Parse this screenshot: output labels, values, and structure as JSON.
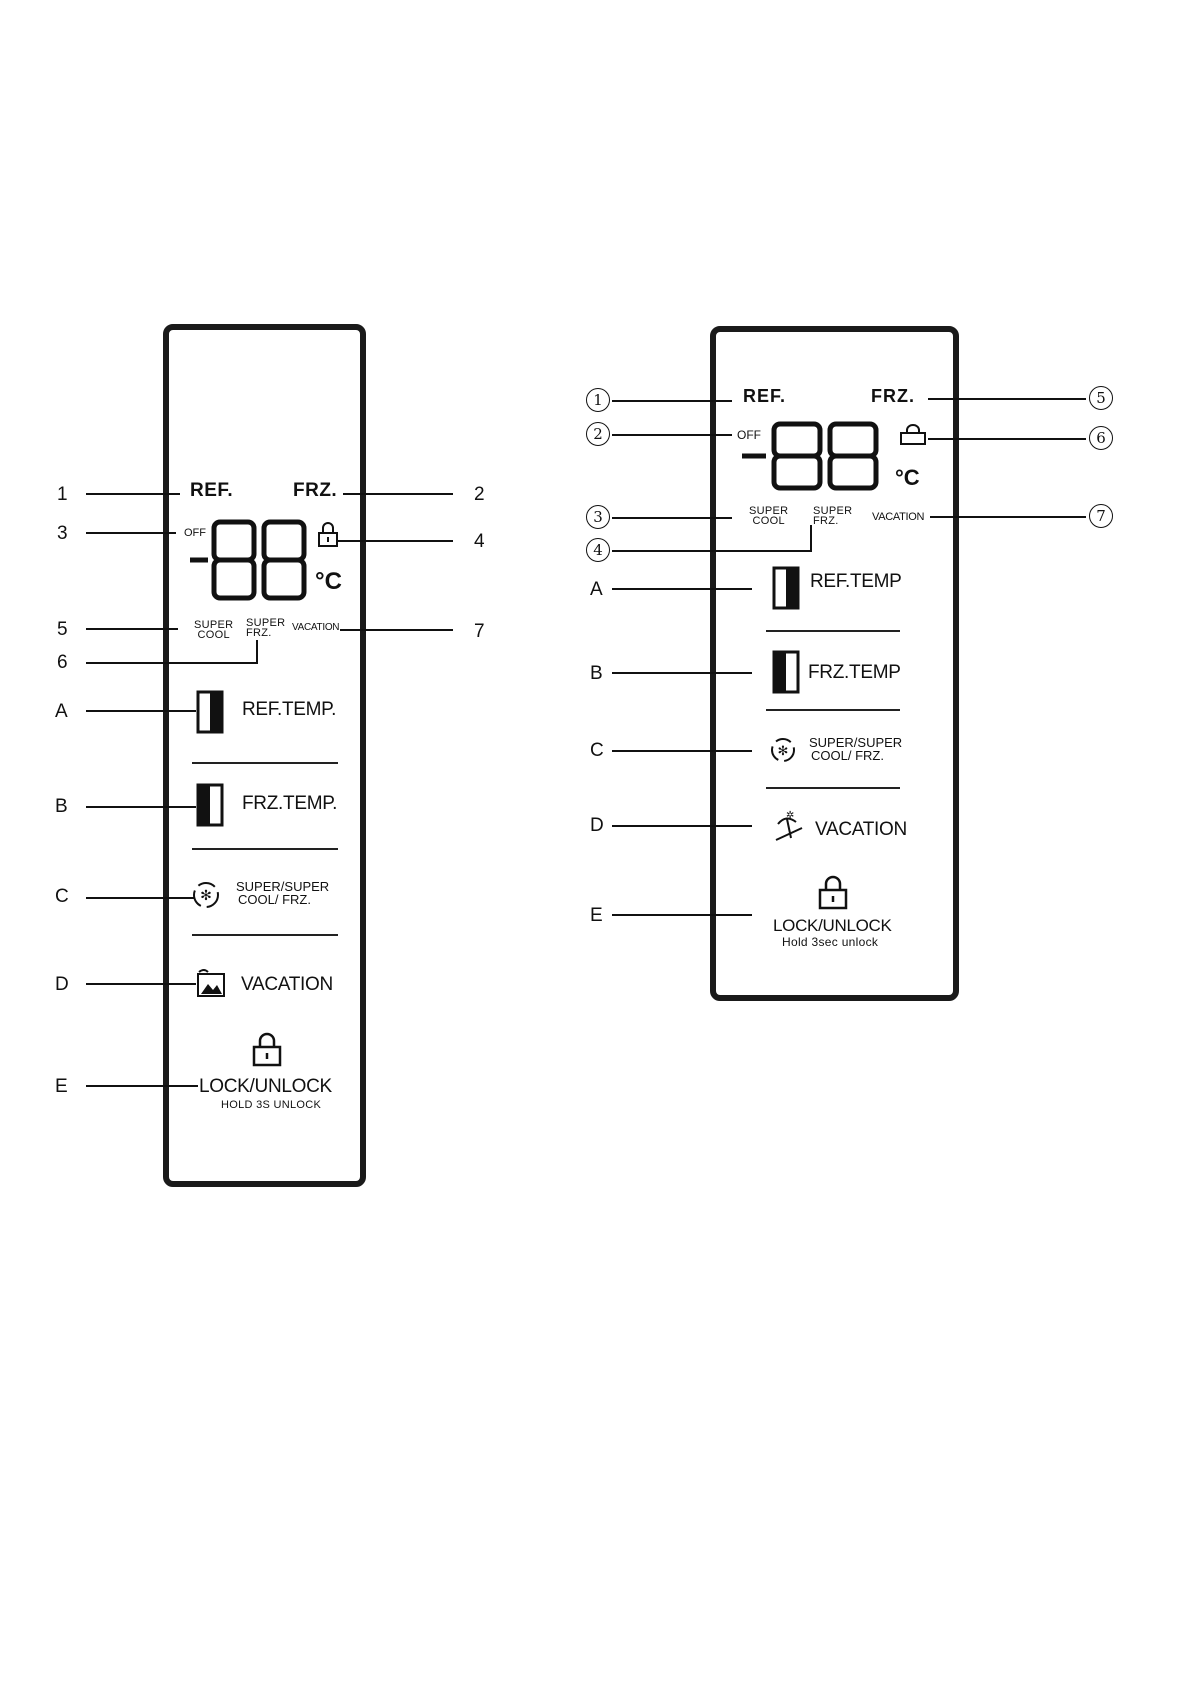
{
  "left": {
    "callouts": {
      "c1": "1",
      "c2": "2",
      "c3": "3",
      "c4": "4",
      "c5": "5",
      "c6": "6",
      "c7": "7",
      "cA": "A",
      "cB": "B",
      "cC": "C",
      "cD": "D",
      "cE": "E"
    },
    "ref": "REF.",
    "frz": "FRZ.",
    "off": "OFF",
    "unit": "°C",
    "super_cool": [
      "SUPER",
      "COOL"
    ],
    "super_frz": [
      "SUPER",
      "FRZ."
    ],
    "vacation_ind": "VACATION",
    "ref_temp": "REF.TEMP.",
    "frz_temp": "FRZ.TEMP.",
    "super_super": [
      "SUPER/SUPER",
      "COOL/ FRZ."
    ],
    "vacation": "VACATION",
    "lock_unlock": "LOCK/UNLOCK",
    "hold": "HOLD 3S UNLOCK"
  },
  "right": {
    "callouts": {
      "c1": "1",
      "c2": "2",
      "c3": "3",
      "c4": "4",
      "c5": "5",
      "c6": "6",
      "c7": "7",
      "cA": "A",
      "cB": "B",
      "cC": "C",
      "cD": "D",
      "cE": "E"
    },
    "ref": "REF.",
    "frz": "FRZ.",
    "off": "OFF",
    "unit": "°C",
    "super_cool": [
      "SUPER",
      "COOL"
    ],
    "super_frz": [
      "SUPER",
      "FRZ."
    ],
    "vacation_ind": "VACATION",
    "ref_temp": "REF.TEMP",
    "frz_temp": "FRZ.TEMP",
    "super_super": [
      "SUPER/SUPER",
      "COOL/ FRZ."
    ],
    "vacation": "VACATION",
    "lock_unlock": "LOCK/UNLOCK",
    "hold": "Hold 3sec unlock"
  }
}
